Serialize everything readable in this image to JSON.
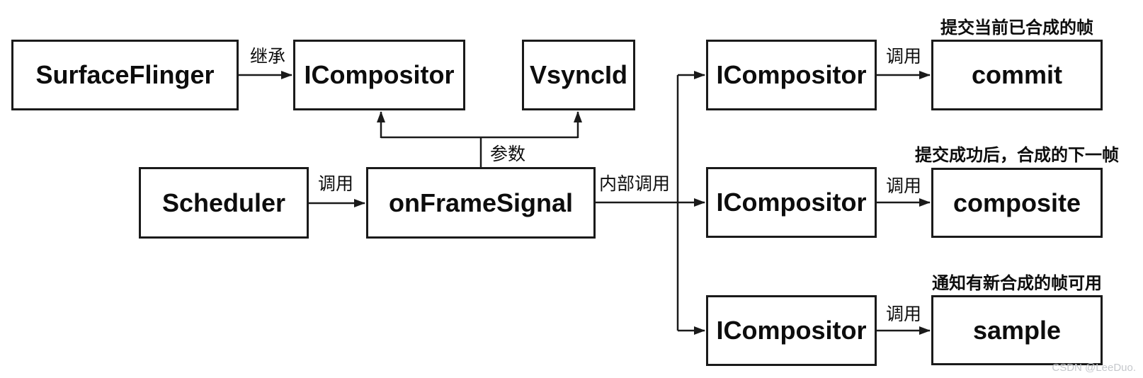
{
  "diagram": {
    "nodes": {
      "surfaceflinger": "SurfaceFlinger",
      "icompositor_main": "ICompositor",
      "vsyncid": "VsyncId",
      "scheduler": "Scheduler",
      "onframesignal": "onFrameSignal",
      "icompositor_commit": "ICompositor",
      "commit": "commit",
      "icompositor_composite": "ICompositor",
      "composite": "composite",
      "icompositor_sample": "ICompositor",
      "sample": "sample"
    },
    "edge_labels": {
      "inherit": "继承",
      "call_scheduler": "调用",
      "param": "参数",
      "internal_call": "内部调用",
      "call_commit": "调用",
      "call_composite": "调用",
      "call_sample": "调用"
    },
    "captions": {
      "commit": "提交当前已合成的帧",
      "composite": "提交成功后，合成的下一帧",
      "sample": "通知有新合成的帧可用"
    },
    "watermark": "CSDN @LeeDuo.",
    "colors": {
      "line": "#1a1a1a",
      "text": "#0d0d0d",
      "watermark": "#c5c8cc",
      "background": "#ffffff"
    }
  }
}
